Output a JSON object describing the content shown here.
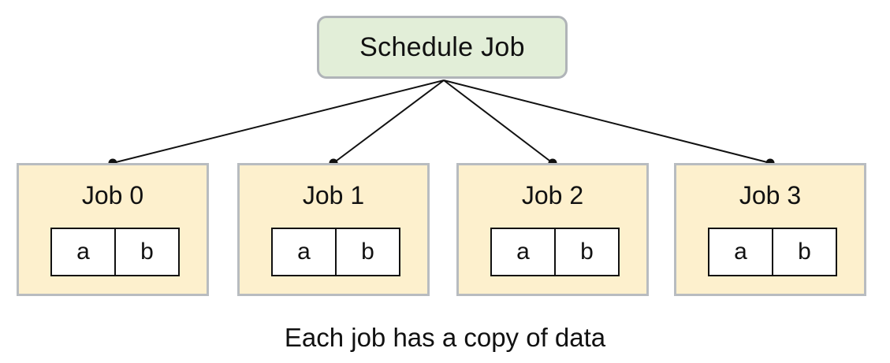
{
  "root": {
    "label": "Schedule Job"
  },
  "jobs": [
    {
      "title": "Job 0",
      "cells": [
        "a",
        "b"
      ]
    },
    {
      "title": "Job 1",
      "cells": [
        "a",
        "b"
      ]
    },
    {
      "title": "Job 2",
      "cells": [
        "a",
        "b"
      ]
    },
    {
      "title": "Job 3",
      "cells": [
        "a",
        "b"
      ]
    }
  ],
  "caption": "Each job has a copy of data",
  "colors": {
    "root_fill": "#e2eed8",
    "job_fill": "#fdf0cd",
    "border": "#b8bcc0",
    "line": "#111111"
  }
}
